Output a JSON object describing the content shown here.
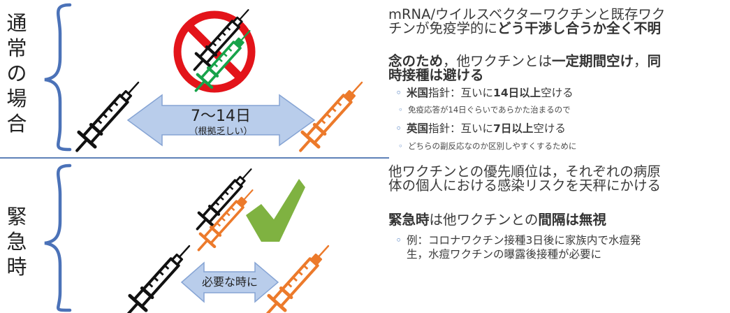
{
  "colors": {
    "bracket": "#4b72b8",
    "separator": "#5e81b8",
    "arrow_fill": "#b9cdeb",
    "arrow_stroke": "#86a4d4",
    "orange": "#ec7a2b",
    "green_syringe": "#17a34a",
    "check": "#7fb241",
    "no_sign": "#e3141a",
    "bullet": "#4a7bbf"
  },
  "icons": [
    "syringe-icon",
    "no-entry-sign-icon",
    "checkmark-icon"
  ],
  "left": {
    "normal_label": [
      "通",
      "常",
      "の",
      "場",
      "合"
    ],
    "emergency_label": [
      "緊",
      "急",
      "時"
    ],
    "arrow_interval": "7～14日",
    "arrow_note": "（根拠乏しい）",
    "arrow_when_needed": "必要な時に"
  },
  "right": {
    "p1_a": "mRNA/ウイルスベクターワクチンと既存ワク",
    "p1_b": "チンが免疫学的に",
    "p1_b_bold": "どう干渉し合うか全く不明",
    "p2_a_bold": "念のため",
    "p2_a": "，他ワクチンとは",
    "p2_a_bold2": "一定期間空け",
    "p2_a_end": "，",
    "p2_a_bold3": "同",
    "p2_b_bold": "時接種は避ける",
    "b1_bold": "米国",
    "b1_a": "指針：互いに",
    "b1_bold2": "14日以上",
    "b1_b": "空ける",
    "b1_sub": "免疫応答が14日ぐらいであらかた治まるので",
    "b2_bold": "英国",
    "b2_a": "指針：互いに",
    "b2_bold2": "7日以上",
    "b2_b": "空ける",
    "b2_sub": "どちらの副反応なのか区別しやすくするために",
    "p3_a": "他ワクチンとの優先順位は，それぞれの病原",
    "p3_b": "体の個人における感染リスクを天秤にかける",
    "p4_bold": "緊急時",
    "p4_a": "は他ワクチンとの",
    "p4_bold2": "間隔は無視",
    "b3_a": "例：コロナワクチン接種3日後に家族内で水痘発",
    "b3_b": "生，水痘ワクチンの曝露後接種が必要に"
  }
}
